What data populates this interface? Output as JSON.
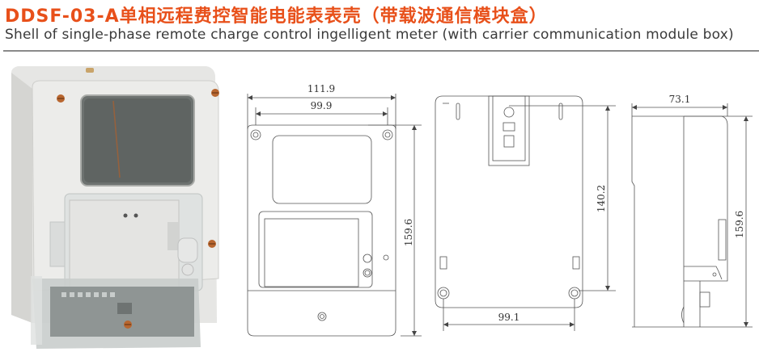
{
  "header": {
    "title_cn": "DDSF-03-A单相远程费控智能电能表表壳（带载波通信模块盒）",
    "title_en": "Shell of single-phase remote charge control ingelligent meter (with carrier communication module box)",
    "title_color": "#e8501a"
  },
  "photo": {
    "label": "meter-shell-photo"
  },
  "front_view": {
    "width_outer": "111.9",
    "width_holes": "99.9",
    "height": "159.6"
  },
  "back_view": {
    "hole_vertical": "140.2",
    "hole_horizontal": "99.1"
  },
  "side_view": {
    "depth": "73.1",
    "height": "159.6"
  }
}
